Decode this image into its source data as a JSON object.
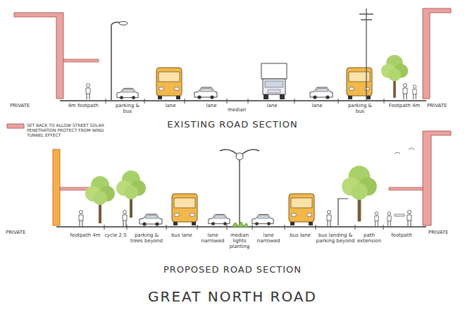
{
  "diagram": {
    "title": "GREAT NORTH ROAD",
    "labels": [
      "PRIVATE",
      "4m footpath",
      "parking & bus",
      "lane",
      "lane",
      "median",
      "lane",
      "lane",
      "parking & bus",
      "Footpath 4m",
      "PRIVATE",
      "EXISTING ROAD SECTION",
      "SET BACK TO ALLOW STREET SOLAR PENETRATION PROTECT FROM WIND TUNNEL EFFECT",
      "PRIVATE",
      "footpath 4m",
      "cycle 2.5",
      "parking & trees beyond",
      "bus lane",
      "lane narrowed",
      "median lights planting",
      "lane narrowed",
      "bus lane",
      "bus landing & parking beyond",
      "path extension",
      "footpath",
      "PRIVATE",
      "PROPOSED ROAD SECTION"
    ]
  }
}
